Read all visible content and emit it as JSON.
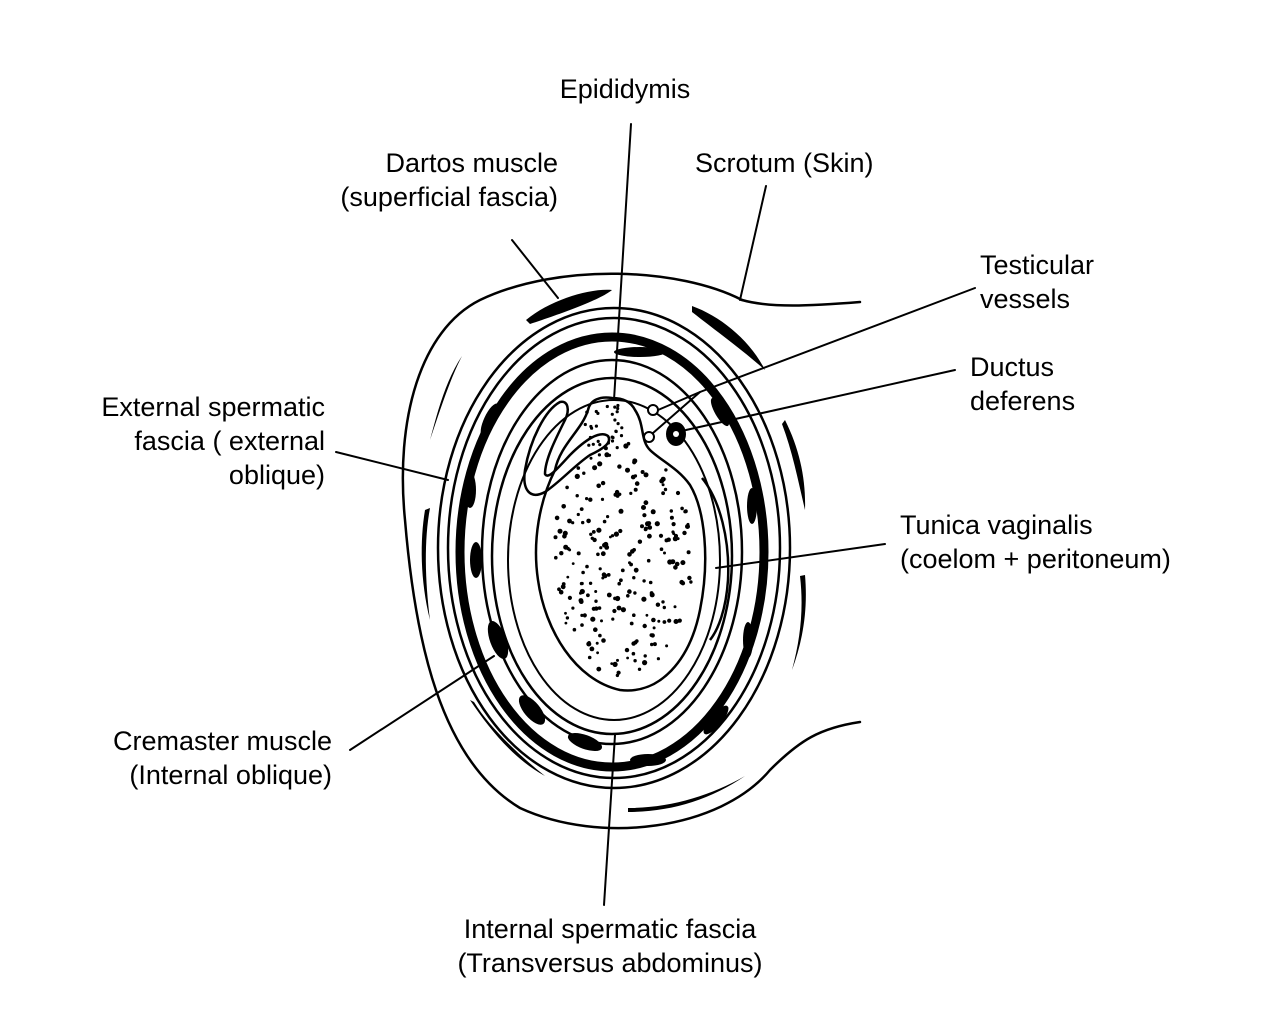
{
  "title": "Cross-section of scrotum and testis coverings",
  "colors": {
    "ink": "#000000",
    "background": "#ffffff"
  },
  "labels": {
    "epididymis": {
      "lines": [
        "Epididymis"
      ]
    },
    "dartos": {
      "lines": [
        "Dartos muscle",
        "(superficial fascia)"
      ]
    },
    "scrotum": {
      "lines": [
        "Scrotum (Skin)"
      ]
    },
    "testicular_vessels": {
      "lines": [
        "Testicular",
        "vessels"
      ]
    },
    "ductus_deferens": {
      "lines": [
        "Ductus",
        "deferens"
      ]
    },
    "external_spermatic_fascia": {
      "lines": [
        "External spermatic",
        "fascia ( external",
        "oblique)"
      ]
    },
    "tunica_vaginalis": {
      "lines": [
        "Tunica vaginalis",
        "(coelom + peritoneum)"
      ]
    },
    "cremaster": {
      "lines": [
        "Cremaster muscle",
        "(Internal oblique)"
      ]
    },
    "internal_spermatic_fascia": {
      "lines": [
        "Internal spermatic fascia",
        "(Transversus abdominus)"
      ]
    }
  }
}
